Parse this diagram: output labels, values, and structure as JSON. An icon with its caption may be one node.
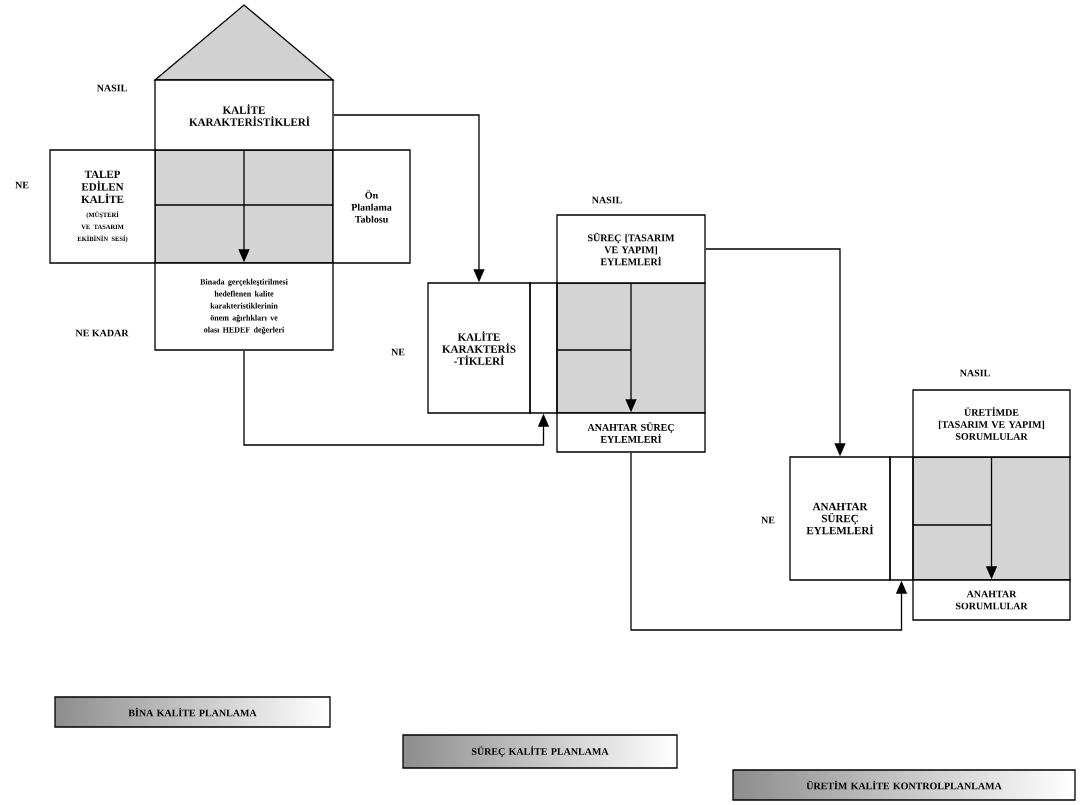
{
  "diagram": {
    "nodes": [
      {
        "text": [
          "KALİTE KARAKTERİSTİKLERİ"
        ]
      },
      {
        "text": [
          "TALEP EDİLEN KALİTE",
          "(MÜŞTERİ VE TASARIM EKİBİNİN SESİ)"
        ]
      },
      {
        "text": [
          "Ön Planlama Tablosu"
        ]
      },
      {
        "text": [
          "Binada gerçekleştirilmesi hedeflenen kalite karakteristiklerinin önem ağırlıkları ve olası HEDEF değerleri"
        ]
      },
      {
        "text": [
          "KALİTE KARAKTERİS -TİKLERİ"
        ]
      },
      {
        "text": [],
        "shape": "box"
      },
      {
        "text": [
          "SÜREÇ [TASARIM VE YAPIM] EYLEMLERİ"
        ]
      },
      {
        "text": [
          "ANAHTAR SÜREÇ EYLEMLERİ"
        ]
      },
      {
        "text": [
          "ANAHTAR SÜREÇ EYLEMLERİ"
        ]
      },
      {
        "text": [],
        "shape": "box"
      },
      {
        "text": [
          "ÜRETİMDE [TASARIM VE YAPIM] SORUMLULAR"
        ]
      },
      {
        "text": [
          "ANAHTAR SORUMLULAR"
        ]
      },
      {
        "text": [
          "BİNA KALİTE PLANLAMA"
        ]
      },
      {
        "text": [
          "SÜREÇ KALİTE PLANLAMA"
        ]
      },
      {
        "text": [
          "ÜRETİM KALİTE KONTROLPLANLAMA"
        ]
      }
    ],
    "edges": [
      {
        "from": 0,
        "to": 3,
        "arrow": "to"
      },
      {
        "from": 0,
        "to": 4,
        "arrow": "to"
      },
      {
        "from": 3,
        "to": 5,
        "arrow": "to"
      },
      {
        "from": 6,
        "to": 7,
        "arrow": "to"
      },
      {
        "from": 6,
        "to": 8,
        "arrow": "to"
      },
      {
        "from": 7,
        "to": 9,
        "arrow": "to"
      },
      {
        "from": 10,
        "to": 11,
        "arrow": "to"
      }
    ],
    "labels": [
      "NASIL",
      "NE",
      "NE KADAR",
      "NASIL",
      "NE",
      "NASIL",
      "NE"
    ]
  }
}
